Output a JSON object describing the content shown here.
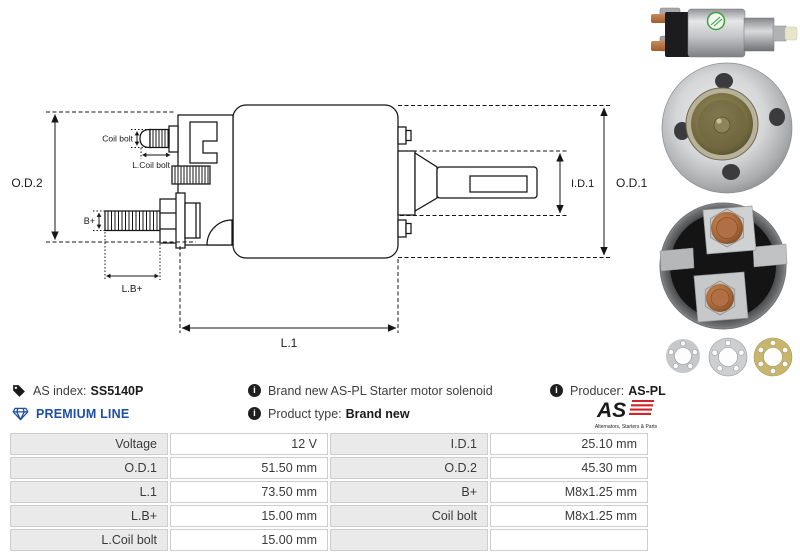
{
  "info": {
    "as_index": {
      "label": "AS index:",
      "value": "SS5140P"
    },
    "premium_line": "PREMIUM LINE",
    "description": "Brand new AS-PL Starter motor solenoid",
    "product_type": {
      "label": "Product type:",
      "value": "Brand new"
    },
    "producer": {
      "label": "Producer:",
      "value": "AS-PL"
    },
    "logo": {
      "text": "AS",
      "subtext": "Alternators, Starters & Parts"
    }
  },
  "icons": {
    "info_glyph": "i"
  },
  "diagram": {
    "labels": {
      "od2": "O.D.2",
      "coil_bolt": "Coil bolt",
      "l_coil_bolt": "L.Coil bolt",
      "b_plus": "B+",
      "l_b_plus": "L.B+",
      "l1": "L.1",
      "id1": "I.D.1",
      "od1": "O.D.1"
    }
  },
  "spec_table": {
    "left": [
      {
        "label": "Voltage",
        "value": "12 V"
      },
      {
        "label": "O.D.1",
        "value": "51.50 mm"
      },
      {
        "label": "L.1",
        "value": "73.50 mm"
      },
      {
        "label": "L.B+",
        "value": "15.00 mm"
      },
      {
        "label": "L.Coil bolt",
        "value": "15.00 mm"
      }
    ],
    "right": [
      {
        "label": "I.D.1",
        "value": "25.10 mm"
      },
      {
        "label": "O.D.2",
        "value": "45.30 mm"
      },
      {
        "label": "B+",
        "value": "M8x1.25 mm"
      },
      {
        "label": "Coil bolt",
        "value": "M8x1.25 mm"
      },
      {
        "label": "",
        "value": ""
      }
    ]
  },
  "colors": {
    "premium_blue": "#1d4fa6",
    "logo_red": "#d3232a",
    "diagram_ink": "#151515",
    "table_label_bg": "#eaeaea",
    "table_border": "#cdcdcd",
    "sticker_green": "#3aa13c"
  }
}
